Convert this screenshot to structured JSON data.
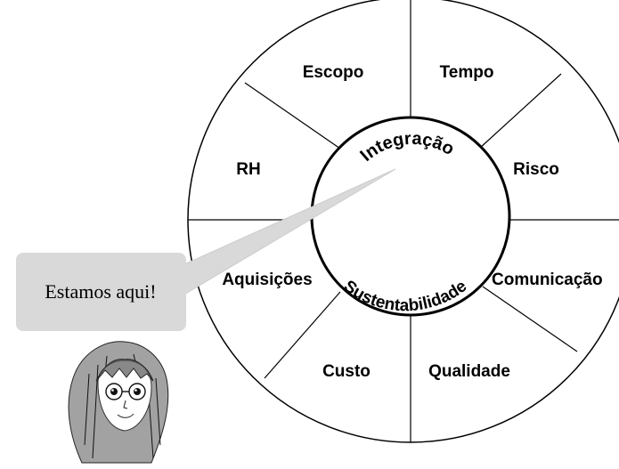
{
  "diagram": {
    "center_top": "Integração",
    "center_bottom": "Sustentabilidade",
    "segments": [
      {
        "label": "Escopo"
      },
      {
        "label": "Tempo"
      },
      {
        "label": "RH"
      },
      {
        "label": "Risco"
      },
      {
        "label": "Aquisições"
      },
      {
        "label": "Comunicação"
      },
      {
        "label": "Custo"
      },
      {
        "label": "Qualidade"
      }
    ]
  },
  "callout": {
    "text": "Estamos aqui!"
  },
  "avatar": {
    "icon": "girl-with-glasses-sketch"
  }
}
